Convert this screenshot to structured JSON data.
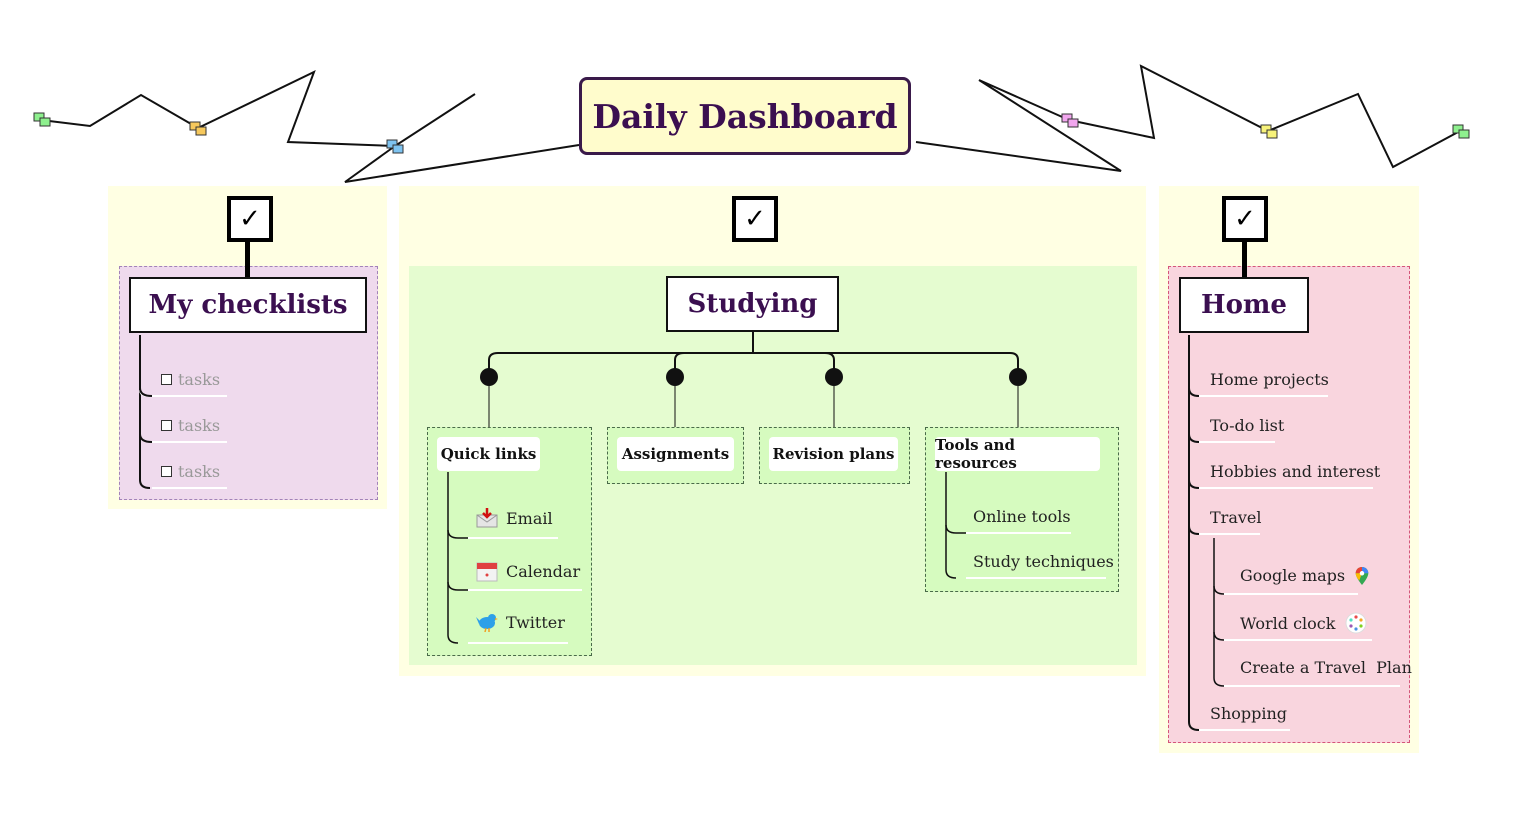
{
  "title": "Daily Dashboard",
  "checklists": {
    "heading": "My checklists",
    "items": [
      "tasks",
      "tasks",
      "tasks"
    ]
  },
  "studying": {
    "heading": "Studying",
    "quick_links": {
      "label": "Quick links",
      "items": [
        {
          "label": "Email",
          "icon": "email-icon"
        },
        {
          "label": "Calendar",
          "icon": "calendar-icon"
        },
        {
          "label": "Twitter",
          "icon": "twitter-bird-icon"
        }
      ]
    },
    "assignments": {
      "label": "Assignments"
    },
    "revision": {
      "label": "Revision plans"
    },
    "tools": {
      "label": "Tools and resources",
      "items": [
        "Online tools",
        "Study techniques"
      ]
    }
  },
  "home": {
    "heading": "Home",
    "items": [
      "Home projects",
      "To-do list",
      "Hobbies and interest",
      "Travel"
    ],
    "travel_items": [
      "Google maps",
      "World clock",
      "Create a Travel  Plan"
    ],
    "last_item": "Shopping"
  },
  "colors": {
    "title_fill": "#fffccc",
    "title_text": "#3b0f50",
    "zone_yellow": "#ffffe3",
    "zone_purple": "#efdaed",
    "zone_green": "#e5fcd0",
    "zone_pink": "#f9d5de"
  }
}
